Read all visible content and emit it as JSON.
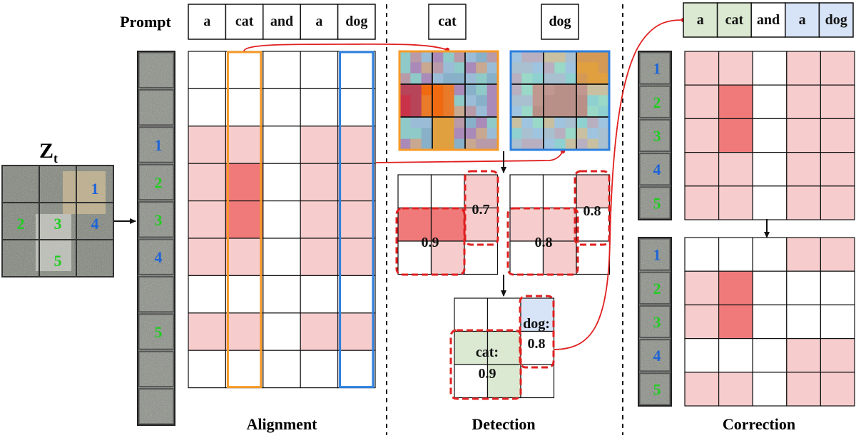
{
  "zt": {
    "label": "Z",
    "subscript": "t",
    "patch_labels": [
      {
        "text": "1",
        "color": "blue"
      },
      {
        "text": "2",
        "color": "green"
      },
      {
        "text": "3",
        "color": "green"
      },
      {
        "text": "4",
        "color": "blue"
      },
      {
        "text": "5",
        "color": "green"
      }
    ]
  },
  "prompt": {
    "label": "Prompt",
    "tokens": [
      "a",
      "cat",
      "and",
      "a",
      "dog"
    ]
  },
  "alignment": {
    "title": "Alignment",
    "patch_labels": [
      {
        "text": "1",
        "color": "blue"
      },
      {
        "text": "2",
        "color": "green"
      },
      {
        "text": "3",
        "color": "green"
      },
      {
        "text": "4",
        "color": "blue"
      },
      {
        "text": "5",
        "color": "green"
      }
    ],
    "highlighted_tokens": [
      "cat",
      "dog"
    ]
  },
  "detection": {
    "title": "Detection",
    "tokens": [
      "cat",
      "dog"
    ],
    "scores": {
      "cat_left": "0.9",
      "cat_right": "0.7",
      "dog_left": "0.8",
      "dog_right": "0.8"
    },
    "merged": {
      "cat_label": "cat:",
      "cat_value": "0.9",
      "dog_label": "dog:",
      "dog_value": "0.8"
    }
  },
  "correction": {
    "title": "Correction",
    "tokens": [
      "a",
      "cat",
      "and",
      "a",
      "dog"
    ],
    "patch_labels": [
      {
        "text": "1",
        "color": "blue"
      },
      {
        "text": "2",
        "color": "green"
      },
      {
        "text": "3",
        "color": "green"
      },
      {
        "text": "4",
        "color": "blue"
      },
      {
        "text": "5",
        "color": "green"
      }
    ]
  },
  "colors": {
    "pink": "#f6cccc",
    "red": "#f07a7a",
    "orange": "#f59a2a",
    "blue": "#2d7fde",
    "dash_red": "#e02020",
    "green_tint": "#dbe9d2",
    "blue_tint": "#d7e3f6",
    "label_blue": "#1e64d8",
    "label_green": "#22cc22"
  }
}
